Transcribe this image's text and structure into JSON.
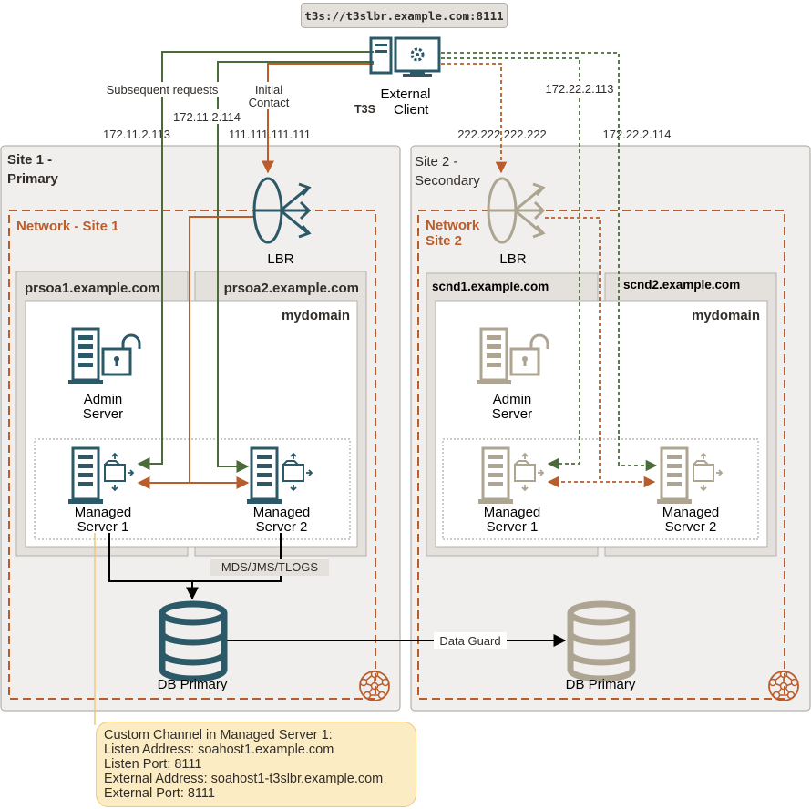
{
  "url": "t3s://t3slbr.example.com:8111",
  "client": {
    "line1": "External",
    "prefix": "T3S",
    "line2": "Client"
  },
  "annotations": {
    "subsequent": "Subsequent requests",
    "initial1": "Initial",
    "initial2": "Contact",
    "ip1": "172.11.2.113",
    "ip2": "172.11.2.114",
    "ip3": "111.111.111.111",
    "ip4": "222.222.222.222",
    "ip5": "172.22.2.113",
    "ip6": "172.22.2.114",
    "mds": "MDS/JMS/TLOGS",
    "dataguard": "Data Guard"
  },
  "site1": {
    "title1": "Site 1 -",
    "title2": "Primary",
    "network": "Network - Site 1",
    "lbr": "LBR",
    "host1": "prsoa1.example.com",
    "host2": "prsoa2.example.com",
    "domain": "mydomain",
    "admin1": "Admin",
    "admin2": "Server",
    "ms1a": "Managed",
    "ms1b": "Server 1",
    "ms2a": "Managed",
    "ms2b": "Server 2",
    "db": "DB Primary"
  },
  "site2": {
    "title1": "Site 2 -",
    "title2": "Secondary",
    "network1": "Network",
    "network2": "Site 2",
    "lbr": "LBR",
    "host1": "scnd1.example.com",
    "host2": "scnd2.example.com",
    "domain": "mydomain",
    "admin1": "Admin",
    "admin2": "Server",
    "ms1a": "Managed",
    "ms1b": "Server 1",
    "ms2a": "Managed",
    "ms2b": "Server 2",
    "db": "DB Primary"
  },
  "callout": {
    "line1": "Custom Channel in Managed Server 1:",
    "line2": "Listen Address: soahost1.example.com",
    "line3": "Listen Port: 8111",
    "line4": "External Address: soahost1-t3slbr.example.com",
    "line5": "External Port: 8111"
  },
  "colors": {
    "teal": "#2c5967",
    "orange": "#ba5d2c",
    "green": "#4b6b3a",
    "beige": "#ada491",
    "panel": "#e4e1dc"
  }
}
